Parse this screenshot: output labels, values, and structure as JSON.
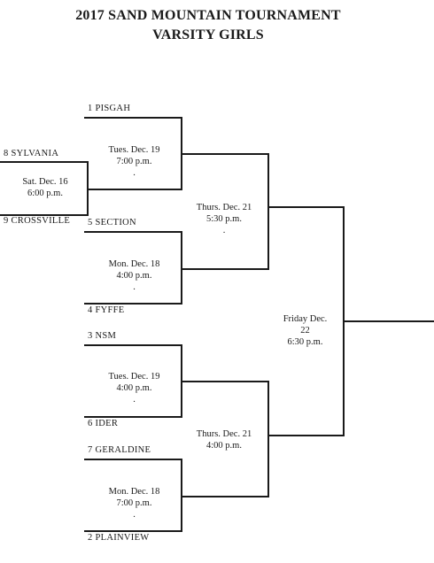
{
  "header": {
    "title_line1": "2017 SAND MOUNTAIN TOURNAMENT",
    "title_line2": "VARSITY GIRLS"
  },
  "teams": {
    "pisgah": "1  PISGAH",
    "sylvania": "8  SYLVANIA",
    "crossville": "9  CROSSVILLE",
    "section": "5  SECTION",
    "fyffe": "4  FYFFE",
    "nsm": "3  NSM",
    "ider": "6  IDER",
    "geraldine": "7  GERALDINE",
    "plainview": "2  PLAINVIEW"
  },
  "games": {
    "play_in": {
      "date": "Sat. Dec. 16",
      "time": "6:00 p.m."
    },
    "qf1": {
      "date": "Tues. Dec. 19",
      "time": "7:00 p.m.",
      "note": "."
    },
    "qf2": {
      "date": "Mon. Dec. 18",
      "time": "4:00 p.m.",
      "note": "."
    },
    "qf3": {
      "date": "Tues. Dec. 19",
      "time": "4:00 p.m.",
      "note": "."
    },
    "qf4": {
      "date": "Mon. Dec. 18",
      "time": "7:00 p.m.",
      "note": "."
    },
    "sf1": {
      "date": "Thurs. Dec. 21",
      "time": "5:30 p.m.",
      "note": "."
    },
    "sf2": {
      "date": "Thurs. Dec. 21",
      "time": "4:00 p.m."
    },
    "final": {
      "date_line1": "Friday Dec.",
      "date_line2": "22",
      "time": "6:30 p.m."
    }
  }
}
